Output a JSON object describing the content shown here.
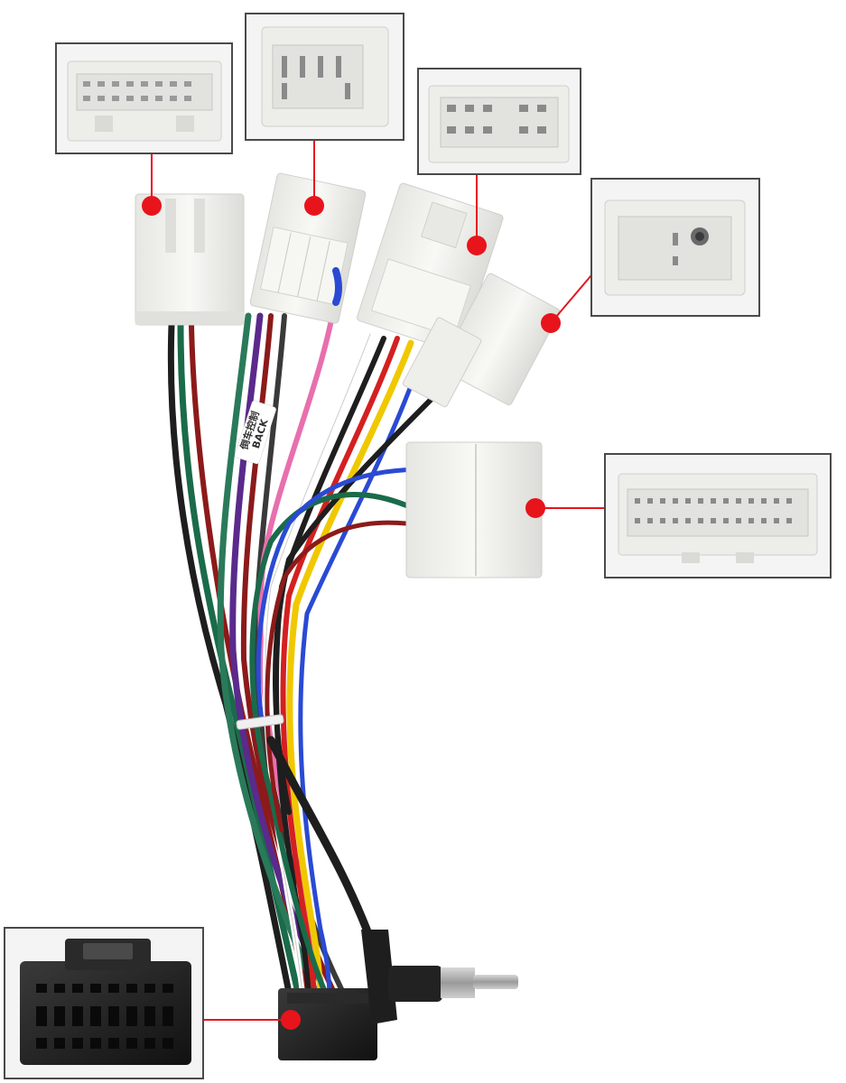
{
  "label_tag": {
    "line1": "倒车控制",
    "line2": "BACK"
  },
  "colors": {
    "marker": "#e8141c",
    "connector_white": "#f2f2ee",
    "connector_black": "#1e1e1e",
    "frame": "#4a4a4a"
  },
  "insets": [
    {
      "name": "inset-16pin-connector"
    },
    {
      "name": "inset-6pin-connector"
    },
    {
      "name": "inset-10pin-connector"
    },
    {
      "name": "inset-antenna-connector"
    },
    {
      "name": "inset-28pin-connector"
    },
    {
      "name": "inset-iso-black-connector"
    }
  ]
}
